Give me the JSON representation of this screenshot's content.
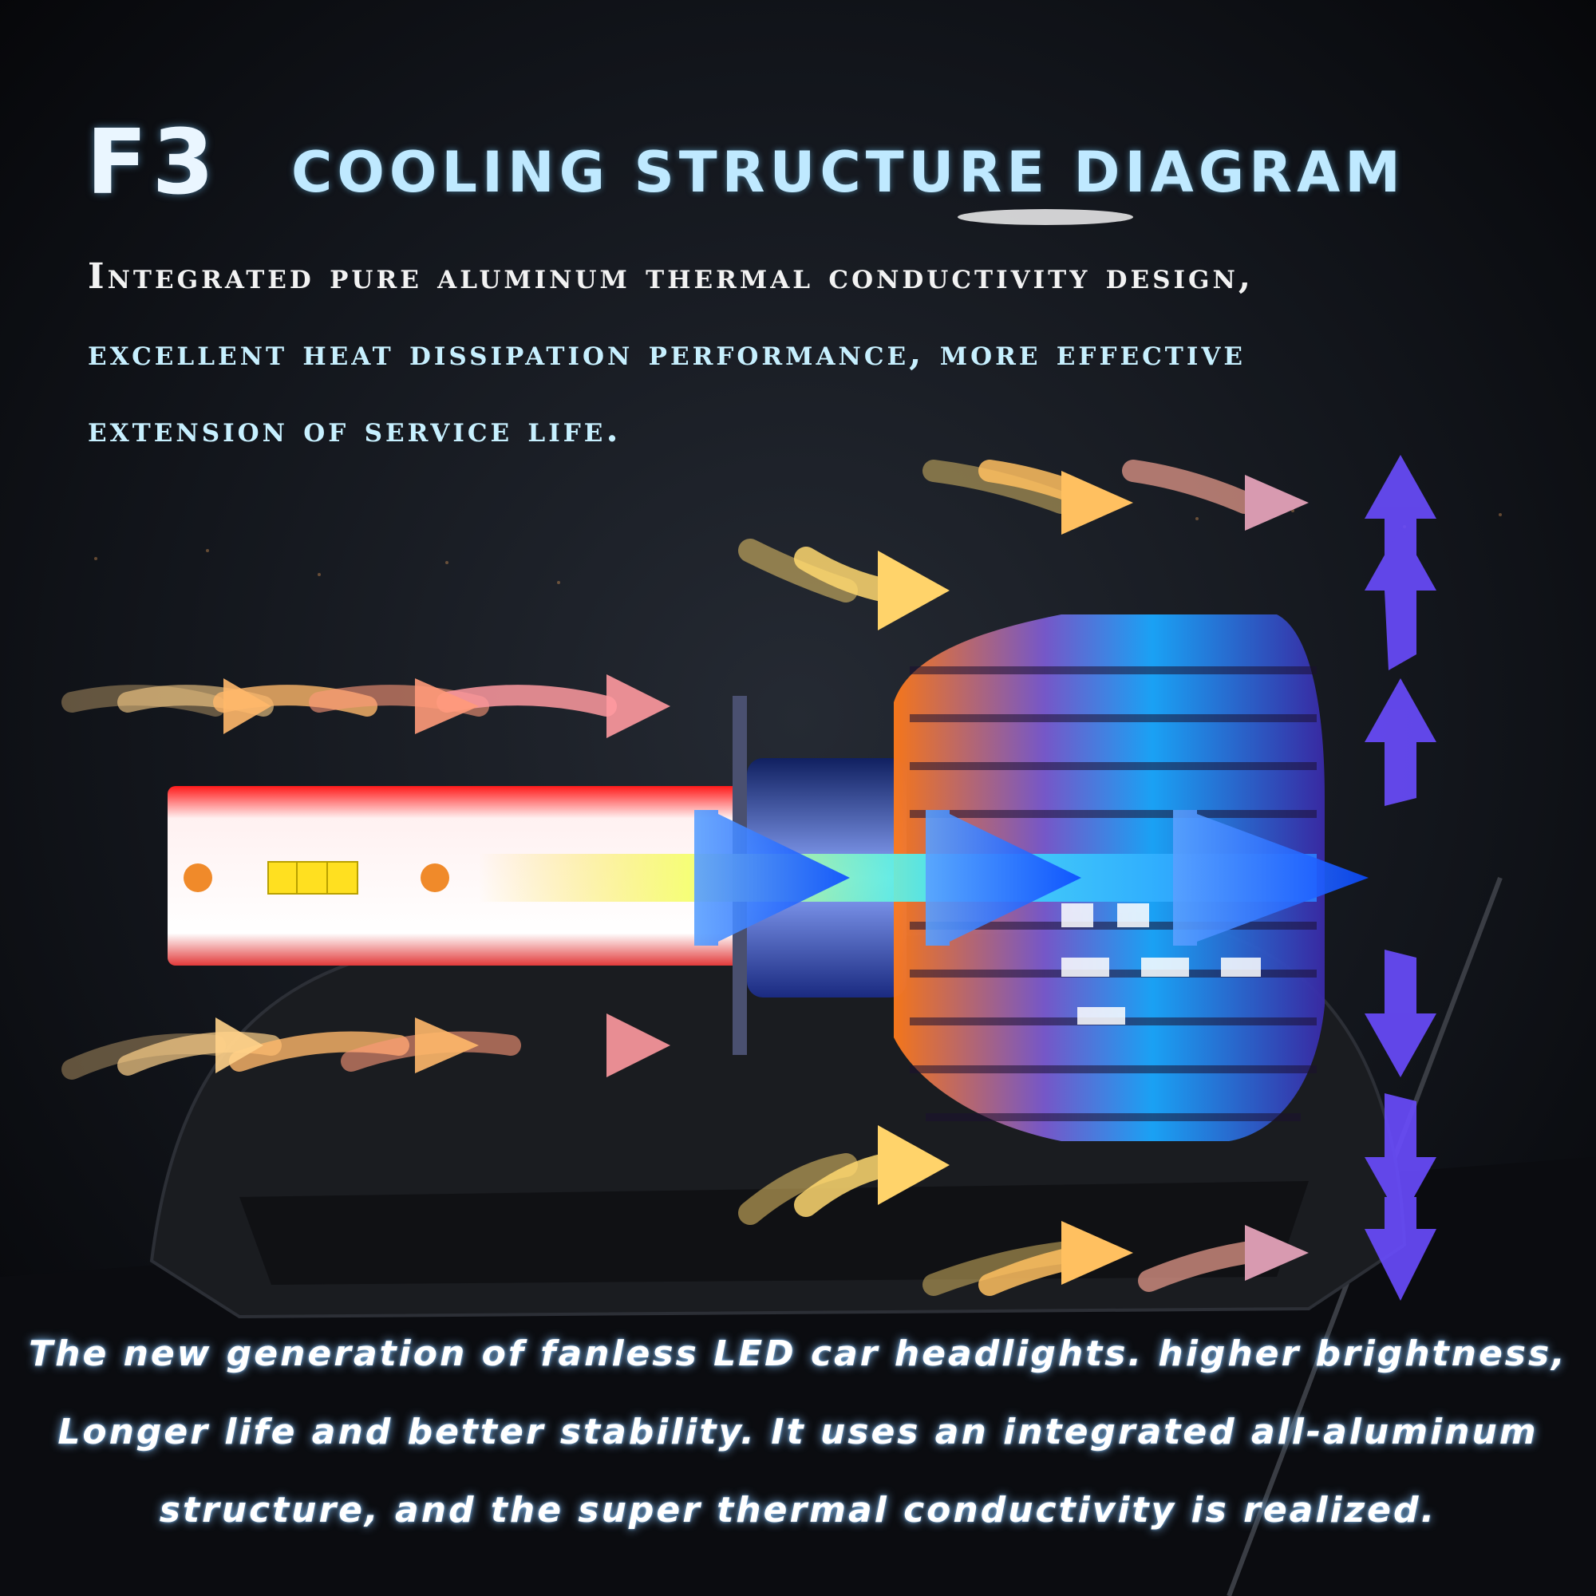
{
  "header": {
    "brand": "F3",
    "title": "COOLING STRUCTURE DIAGRAM"
  },
  "intro": {
    "line1": "Integrated pure aluminum thermal conductivity design,",
    "line2": "excellent heat dissipation performance, more effective",
    "line3": "extension of service life."
  },
  "footer": {
    "line1": "The new generation of fanless LED car headlights. higher brightness,",
    "line2": "Longer life and better stability. It uses an integrated all-aluminum",
    "line3": "structure, and the super thermal conductivity is realized."
  },
  "colors": {
    "airflow_warm": "#ffd070",
    "airflow_pink": "#ff9aa0",
    "airflow_up_down": "#6a4cff",
    "heat_flow": "#1a6cff",
    "title_glow": "#8fd8ff"
  }
}
